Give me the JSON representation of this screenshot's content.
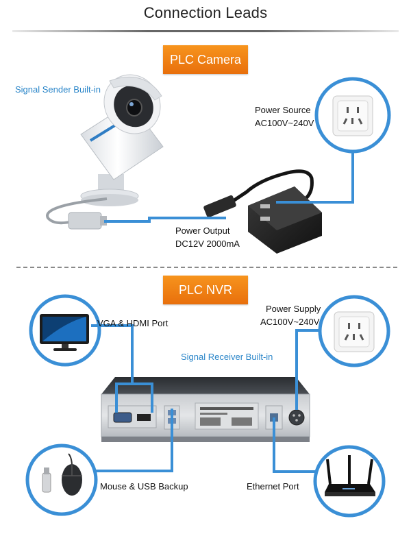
{
  "title": "Connection Leads",
  "camera_section": {
    "badge": "PLC Camera",
    "signal_label": "Signal Sender Built-in",
    "power_source_title": "Power Source",
    "power_source_spec": "AC100V~240V",
    "power_output_title": "Power Output",
    "power_output_spec": "DC12V 2000mA"
  },
  "nvr_section": {
    "badge": "PLC NVR",
    "vga_label": "VGA & HDMI Port",
    "power_supply_title": "Power Supply",
    "power_supply_spec": "AC100V~240V",
    "signal_label": "Signal Receiver Built-in",
    "mouse_label": "Mouse & USB Backup",
    "ethernet_label": "Ethernet Port"
  },
  "colors": {
    "accent_blue": "#3a8fd6",
    "badge_orange": "#f28a1e"
  },
  "icons": [
    "camera-icon",
    "power-adapter-icon",
    "wall-socket-icon",
    "monitor-icon",
    "nvr-device-icon",
    "mouse-icon",
    "usb-stick-icon",
    "router-icon"
  ]
}
